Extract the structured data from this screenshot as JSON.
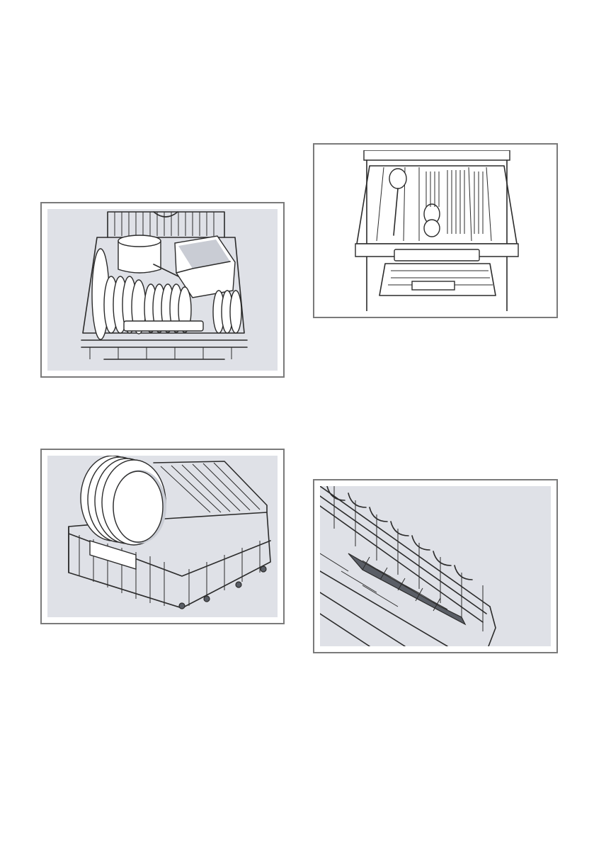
{
  "figures": [
    {
      "id": "lower-basket-loaded",
      "icon": "dishwasher-lower-basket-illustration"
    },
    {
      "id": "cutlery-drawer-open",
      "icon": "cutlery-drawer-illustration"
    },
    {
      "id": "basket-with-large-plates",
      "icon": "plate-basket-illustration"
    },
    {
      "id": "rack-clip-detail",
      "icon": "rack-clip-illustration"
    }
  ],
  "colors": {
    "frame": "#7a7a7a",
    "panel": "#dfe1e7",
    "ink": "#2b2b2b"
  }
}
